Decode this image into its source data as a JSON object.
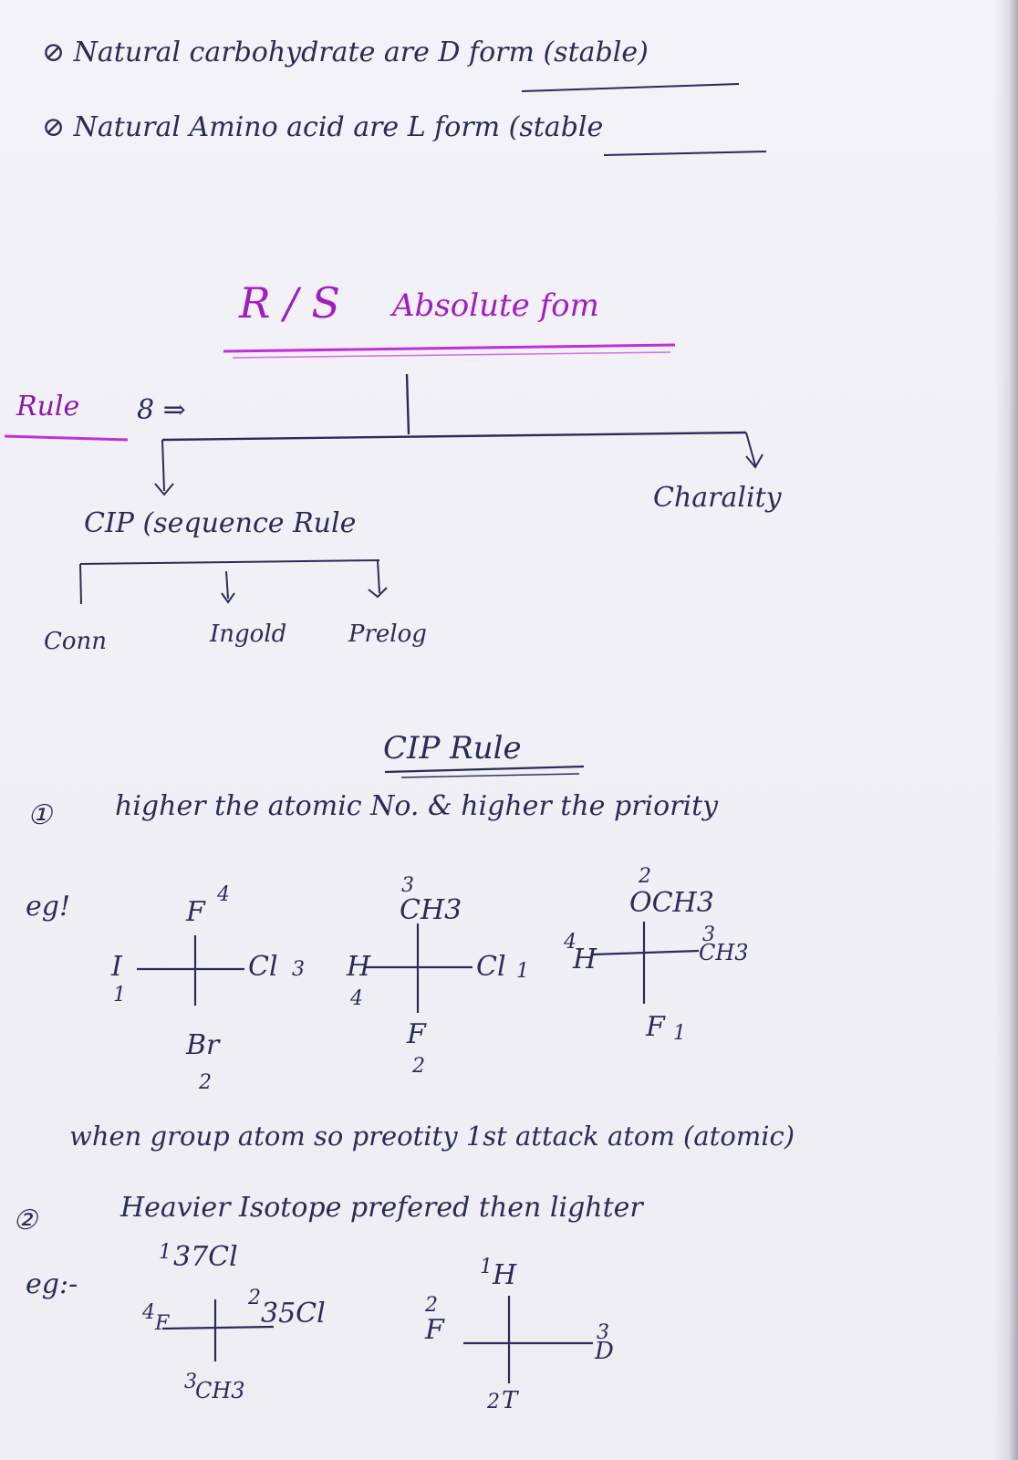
{
  "intro": {
    "line1": "⊘ Natural carbohydrate are D form (stable)",
    "line2": "⊘ Natural Amino acid are L form (stable"
  },
  "heading": {
    "rs": "R / S",
    "absolute": "Absolute fom"
  },
  "rule_tree": {
    "rule_label": "Rule",
    "rule_arrow": "8 ⇒",
    "cip": "CIP (sequence Rule",
    "chirality": "Charality",
    "people": [
      "Conn",
      "Ingold",
      "Prelog"
    ]
  },
  "cip_rule": {
    "title": "CIP Rule",
    "rule1_marker": "①",
    "rule1": "higher the atomic No. & higher the priority",
    "eg_label": "eg!",
    "example1": {
      "top": "F",
      "top_n": "4",
      "left": "I",
      "left_n": "1",
      "right": "Cl",
      "right_n": "3",
      "bottom": "Br",
      "bottom_n": "2"
    },
    "example2": {
      "top": "CH3",
      "top_n": "3",
      "left": "H",
      "left_n": "4",
      "right": "Cl",
      "right_n": "1",
      "bottom": "F",
      "bottom_n": "2"
    },
    "example3": {
      "top": "OCH3",
      "top_n": "2",
      "left": "H",
      "left_n": "4",
      "right": "CH3",
      "right_n": "3",
      "bottom": "F",
      "bottom_n": "1"
    },
    "group_note": "when group atom so preotity 1st attack atom (atomic)",
    "rule2_marker": "②",
    "rule2": "Heavier Isotope prefered then lighter",
    "eg2_label": "eg:-",
    "example4": {
      "top": "37Cl",
      "top_n": "1",
      "left": "F",
      "left_n": "4",
      "right": "35Cl",
      "right_n": "2",
      "bottom": "CH3",
      "bottom_n": "3"
    },
    "example5": {
      "top": "H",
      "top_n": "1",
      "left": "F",
      "left_n": "2",
      "right": "D",
      "right_n": "3",
      "bottom": "T",
      "bottom_n": "2"
    }
  }
}
